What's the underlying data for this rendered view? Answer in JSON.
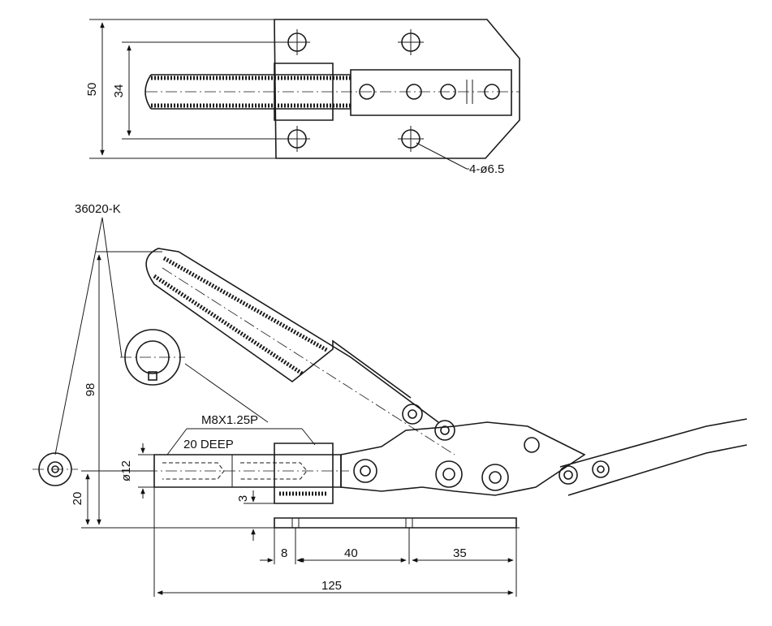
{
  "labels": {
    "dim_50": "50",
    "dim_34": "34",
    "holes": "4-ø6.5",
    "model": "36020-K",
    "dim_98": "98",
    "dim_20": "20",
    "thread": "M8X1.25P",
    "depth": "20 DEEP",
    "dia": "ø12",
    "dim_3": "3",
    "dim_8": "8",
    "dim_40": "40",
    "dim_35": "35",
    "dim_125": "125"
  }
}
